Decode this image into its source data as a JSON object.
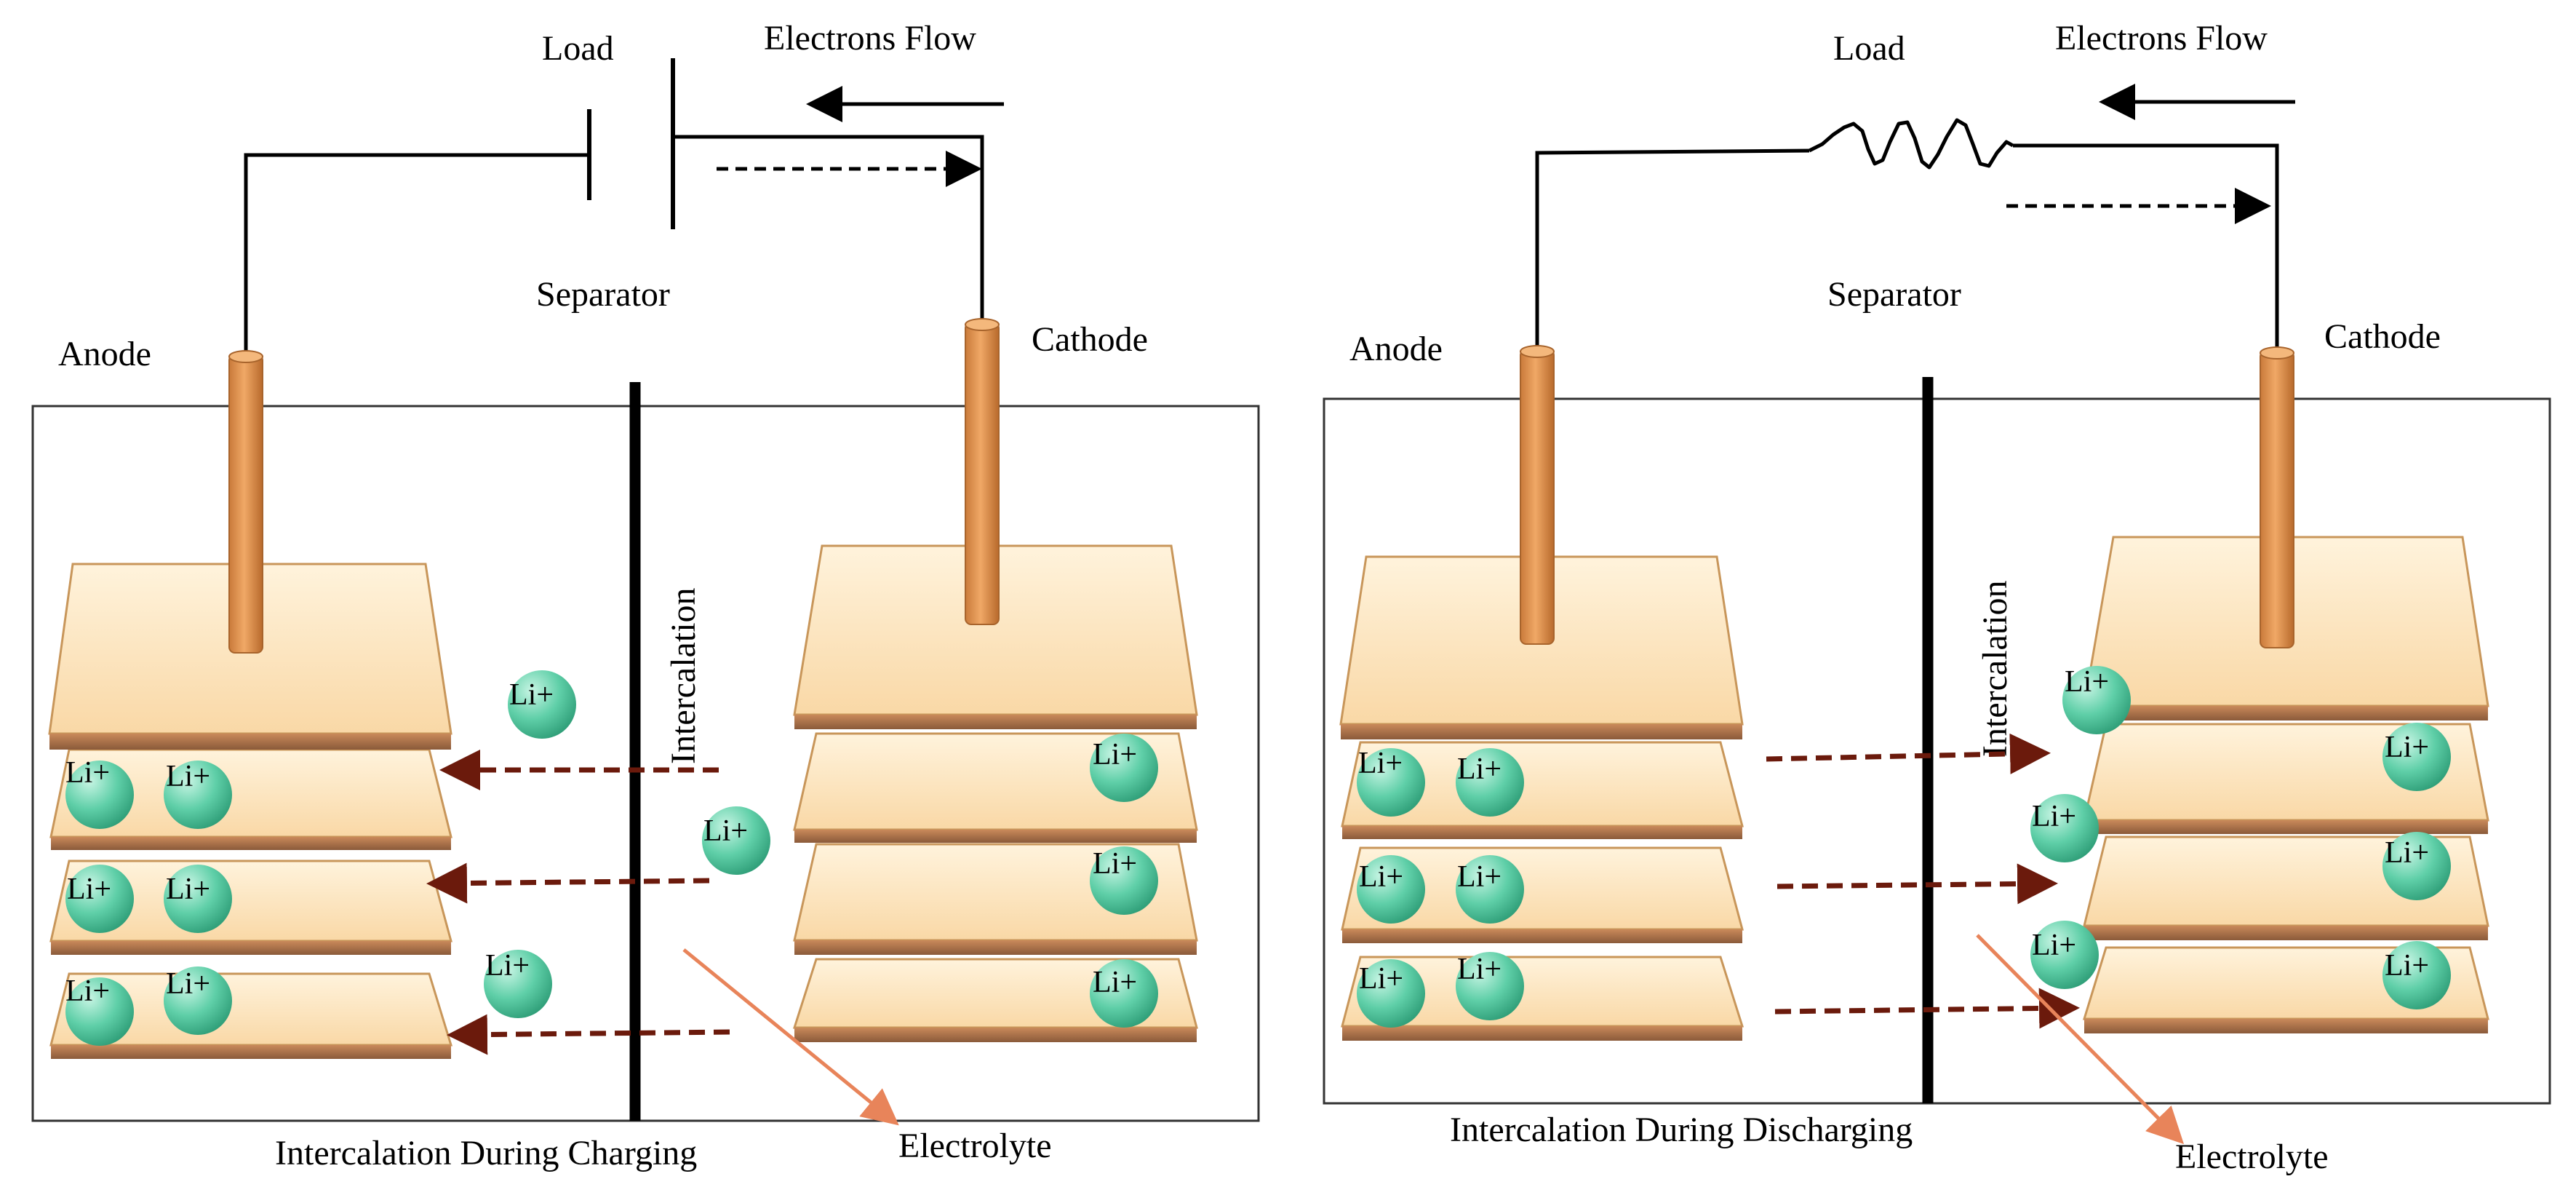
{
  "charging": {
    "load": "Load",
    "electrons_flow": "Electrons Flow",
    "separator": "Separator",
    "anode": "Anode",
    "cathode": "Cathode",
    "intercalation": "Intercalation",
    "caption": "Intercalation During Charging",
    "electrolyte": "Electrolyte"
  },
  "discharging": {
    "load": "Load",
    "electrons_flow": "Electrons Flow",
    "separator": "Separator",
    "anode": "Anode",
    "cathode": "Cathode",
    "intercalation": "Intercalation",
    "caption": "Intercalation During Discharging",
    "electrolyte": "Electrolyte"
  },
  "ion_label": "Li+",
  "colors": {
    "electrode": "#e8a05c",
    "layer_face": "#fde3b9",
    "ion": "#5fcfa8",
    "ion_arrow": "#6b1a0c",
    "electrolyte_pointer": "#e8845a",
    "separator": "#000000"
  }
}
